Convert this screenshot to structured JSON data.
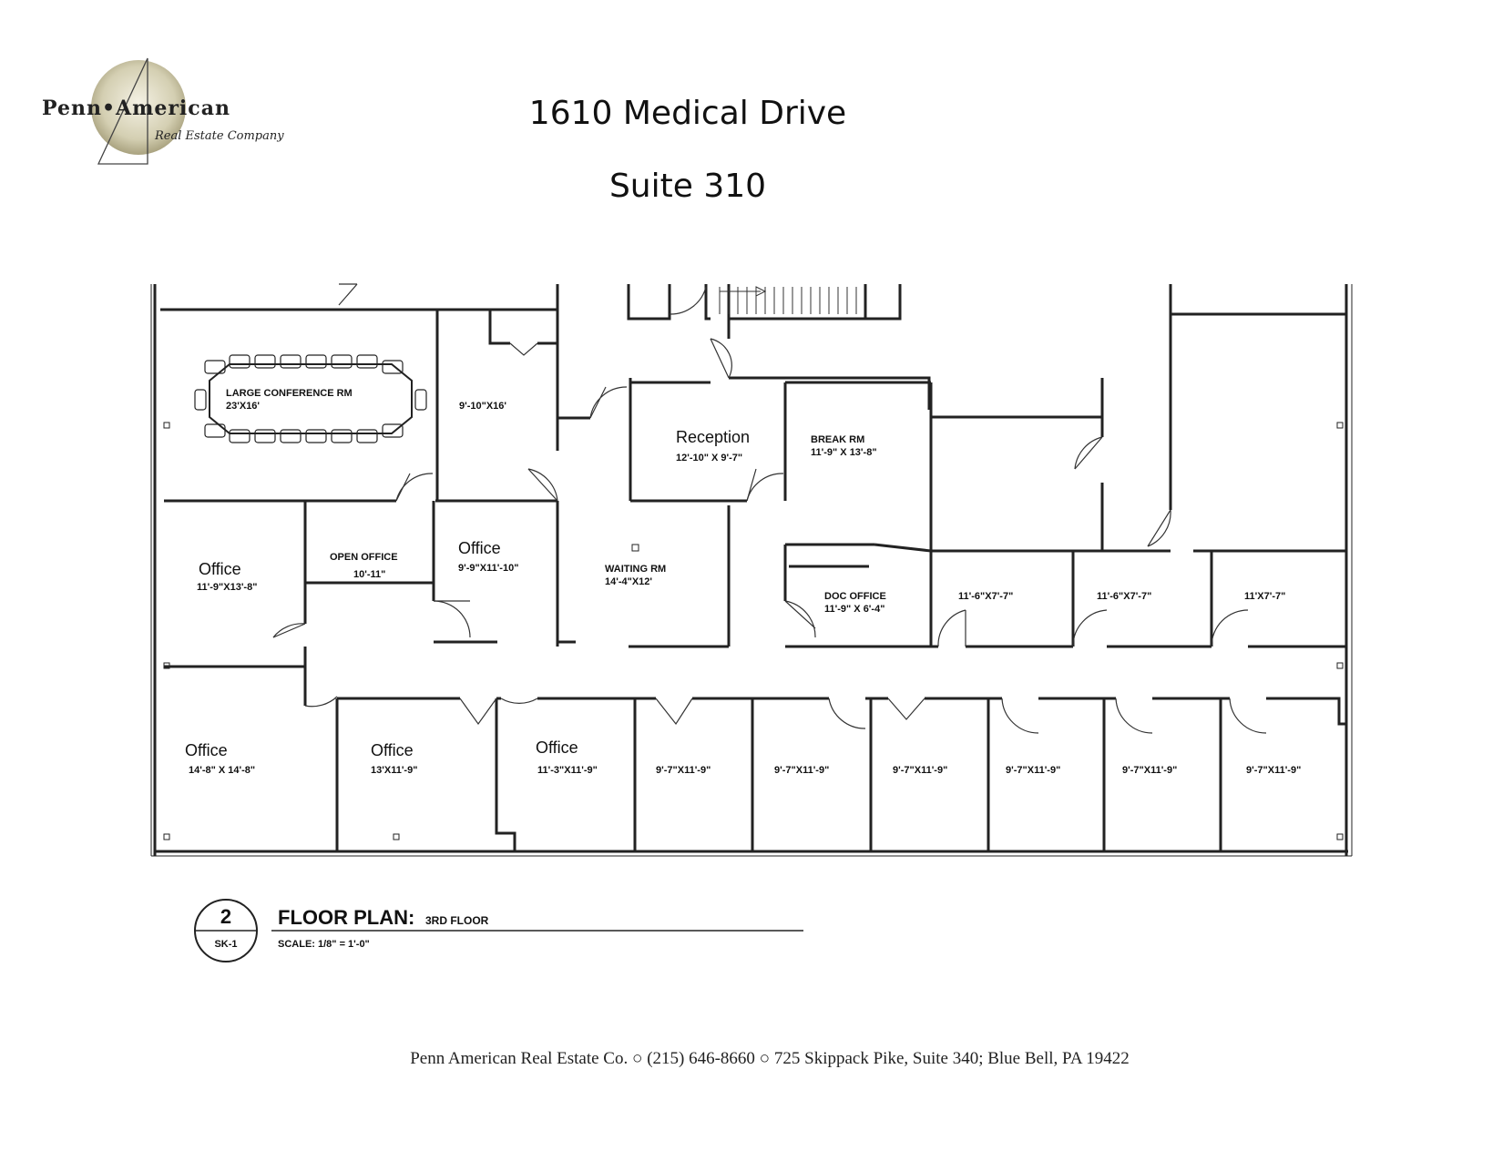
{
  "logo": {
    "company_name": "Penn•American",
    "tagline": "Real Estate Company"
  },
  "header": {
    "title": "1610 Medical Drive",
    "subtitle": "Suite 310"
  },
  "rooms": {
    "large_conference": {
      "name": "LARGE CONFERENCE RM",
      "size": "23'X16'"
    },
    "room_9_10": {
      "size": "9'-10\"X16'"
    },
    "reception": {
      "name": "Reception",
      "size": "12'-10\" X 9'-7\""
    },
    "break_rm": {
      "name": "BREAK RM",
      "size": "11'-9\" X 13'-8\""
    },
    "office_left": {
      "name": "Office",
      "size": "11'-9\"X13'-8\""
    },
    "open_office": {
      "name": "OPEN OFFICE",
      "size": "10'-11\""
    },
    "office_mid": {
      "name": "Office",
      "size": "9'-9\"X11'-10\""
    },
    "waiting_rm": {
      "name": "WAITING RM",
      "size": "14'-4\"X12'"
    },
    "doc_office": {
      "name": "DOC OFFICE",
      "size": "11'-9\" X 6'-4\""
    },
    "small_1": {
      "size": "11'-6\"X7'-7\""
    },
    "small_2": {
      "size": "11'-6\"X7'-7\""
    },
    "small_3": {
      "size": "11'X7'-7\""
    },
    "bottom_office_1": {
      "name": "Office",
      "size": "14'-8\" X 14'-8\""
    },
    "bottom_office_2": {
      "name": "Office",
      "size": "13'X11'-9\""
    },
    "bottom_office_3": {
      "name": "Office",
      "size": "11'-3\"X11'-9\""
    },
    "bottom_rooms": [
      "9'-7\"X11'-9\"",
      "9'-7\"X11'-9\"",
      "9'-7\"X11'-9\"",
      "9'-7\"X11'-9\"",
      "9'-7\"X11'-9\"",
      "9'-7\"X11'-9\""
    ]
  },
  "plan_title": {
    "number": "2",
    "sheet": "SK-1",
    "label": "FLOOR PLAN:",
    "floor": "3RD FLOOR",
    "scale": "SCALE: 1/8\" = 1'-0\""
  },
  "footer": {
    "text": "Penn American Real Estate Co. ○ (215) 646-8660 ○ 725 Skippack Pike, Suite 340; Blue Bell, PA 19422"
  }
}
